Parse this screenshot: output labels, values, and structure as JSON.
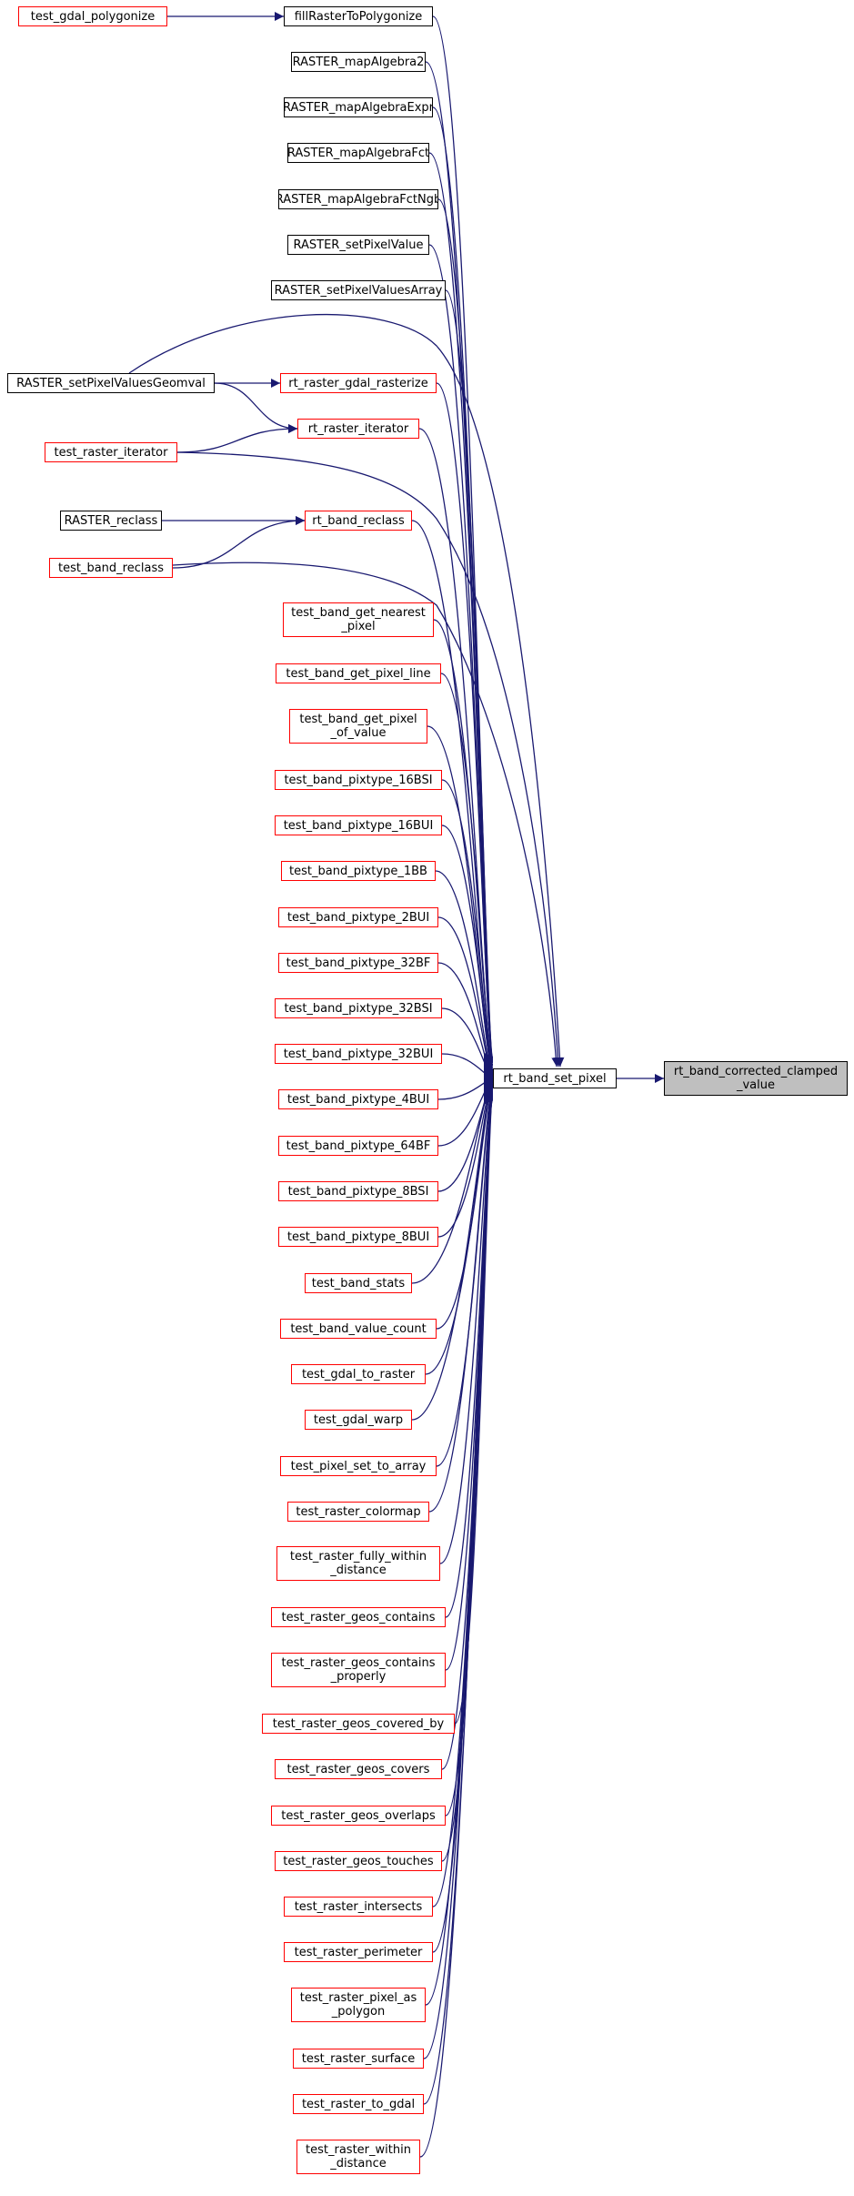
{
  "colors": {
    "edge": "#191970",
    "border_incomplete": "#ff0000",
    "border_complete": "#000000",
    "focus_fill": "#bfbfbf"
  },
  "focus": {
    "id": "rt_band_corrected_clamped_value",
    "lines": [
      "rt_band_corrected_clamped",
      "_value"
    ]
  },
  "nodes": [
    {
      "id": "rt_band_set_pixel",
      "lines": [
        "rt_band_set_pixel"
      ],
      "color": "black"
    },
    {
      "id": "test_gdal_polygonize",
      "lines": [
        "test_gdal_polygonize"
      ],
      "color": "red"
    },
    {
      "id": "fillRasterToPolygonize",
      "lines": [
        "fillRasterToPolygonize"
      ],
      "color": "black"
    },
    {
      "id": "RASTER_mapAlgebra2",
      "lines": [
        "RASTER_mapAlgebra2"
      ],
      "color": "black"
    },
    {
      "id": "RASTER_mapAlgebraExpr",
      "lines": [
        "RASTER_mapAlgebraExpr"
      ],
      "color": "black"
    },
    {
      "id": "RASTER_mapAlgebraFct",
      "lines": [
        "RASTER_mapAlgebraFct"
      ],
      "color": "black"
    },
    {
      "id": "RASTER_mapAlgebraFctNgb",
      "lines": [
        "RASTER_mapAlgebraFctNgb"
      ],
      "color": "black"
    },
    {
      "id": "RASTER_setPixelValue",
      "lines": [
        "RASTER_setPixelValue"
      ],
      "color": "black"
    },
    {
      "id": "RASTER_setPixelValuesArray",
      "lines": [
        "RASTER_setPixelValuesArray"
      ],
      "color": "black"
    },
    {
      "id": "RASTER_setPixelValuesGeomval",
      "lines": [
        "RASTER_setPixelValuesGeomval"
      ],
      "color": "black"
    },
    {
      "id": "rt_raster_gdal_rasterize",
      "lines": [
        "rt_raster_gdal_rasterize"
      ],
      "color": "red"
    },
    {
      "id": "rt_raster_iterator",
      "lines": [
        "rt_raster_iterator"
      ],
      "color": "red"
    },
    {
      "id": "test_raster_iterator",
      "lines": [
        "test_raster_iterator"
      ],
      "color": "red"
    },
    {
      "id": "RASTER_reclass",
      "lines": [
        "RASTER_reclass"
      ],
      "color": "black"
    },
    {
      "id": "rt_band_reclass",
      "lines": [
        "rt_band_reclass"
      ],
      "color": "red"
    },
    {
      "id": "test_band_reclass",
      "lines": [
        "test_band_reclass"
      ],
      "color": "red"
    },
    {
      "id": "test_band_get_nearest_pixel",
      "lines": [
        "test_band_get_nearest",
        "_pixel"
      ],
      "color": "red"
    },
    {
      "id": "test_band_get_pixel_line",
      "lines": [
        "test_band_get_pixel_line"
      ],
      "color": "red"
    },
    {
      "id": "test_band_get_pixel_of_value",
      "lines": [
        "test_band_get_pixel",
        "_of_value"
      ],
      "color": "red"
    },
    {
      "id": "test_band_pixtype_16BSI",
      "lines": [
        "test_band_pixtype_16BSI"
      ],
      "color": "red"
    },
    {
      "id": "test_band_pixtype_16BUI",
      "lines": [
        "test_band_pixtype_16BUI"
      ],
      "color": "red"
    },
    {
      "id": "test_band_pixtype_1BB",
      "lines": [
        "test_band_pixtype_1BB"
      ],
      "color": "red"
    },
    {
      "id": "test_band_pixtype_2BUI",
      "lines": [
        "test_band_pixtype_2BUI"
      ],
      "color": "red"
    },
    {
      "id": "test_band_pixtype_32BF",
      "lines": [
        "test_band_pixtype_32BF"
      ],
      "color": "red"
    },
    {
      "id": "test_band_pixtype_32BSI",
      "lines": [
        "test_band_pixtype_32BSI"
      ],
      "color": "red"
    },
    {
      "id": "test_band_pixtype_32BUI",
      "lines": [
        "test_band_pixtype_32BUI"
      ],
      "color": "red"
    },
    {
      "id": "test_band_pixtype_4BUI",
      "lines": [
        "test_band_pixtype_4BUI"
      ],
      "color": "red"
    },
    {
      "id": "test_band_pixtype_64BF",
      "lines": [
        "test_band_pixtype_64BF"
      ],
      "color": "red"
    },
    {
      "id": "test_band_pixtype_8BSI",
      "lines": [
        "test_band_pixtype_8BSI"
      ],
      "color": "red"
    },
    {
      "id": "test_band_pixtype_8BUI",
      "lines": [
        "test_band_pixtype_8BUI"
      ],
      "color": "red"
    },
    {
      "id": "test_band_stats",
      "lines": [
        "test_band_stats"
      ],
      "color": "red"
    },
    {
      "id": "test_band_value_count",
      "lines": [
        "test_band_value_count"
      ],
      "color": "red"
    },
    {
      "id": "test_gdal_to_raster",
      "lines": [
        "test_gdal_to_raster"
      ],
      "color": "red"
    },
    {
      "id": "test_gdal_warp",
      "lines": [
        "test_gdal_warp"
      ],
      "color": "red"
    },
    {
      "id": "test_pixel_set_to_array",
      "lines": [
        "test_pixel_set_to_array"
      ],
      "color": "red"
    },
    {
      "id": "test_raster_colormap",
      "lines": [
        "test_raster_colormap"
      ],
      "color": "red"
    },
    {
      "id": "test_raster_fully_within_distance",
      "lines": [
        "test_raster_fully_within",
        "_distance"
      ],
      "color": "red"
    },
    {
      "id": "test_raster_geos_contains",
      "lines": [
        "test_raster_geos_contains"
      ],
      "color": "red"
    },
    {
      "id": "test_raster_geos_contains_properly",
      "lines": [
        "test_raster_geos_contains",
        "_properly"
      ],
      "color": "red"
    },
    {
      "id": "test_raster_geos_covered_by",
      "lines": [
        "test_raster_geos_covered_by"
      ],
      "color": "red"
    },
    {
      "id": "test_raster_geos_covers",
      "lines": [
        "test_raster_geos_covers"
      ],
      "color": "red"
    },
    {
      "id": "test_raster_geos_overlaps",
      "lines": [
        "test_raster_geos_overlaps"
      ],
      "color": "red"
    },
    {
      "id": "test_raster_geos_touches",
      "lines": [
        "test_raster_geos_touches"
      ],
      "color": "red"
    },
    {
      "id": "test_raster_intersects",
      "lines": [
        "test_raster_intersects"
      ],
      "color": "red"
    },
    {
      "id": "test_raster_perimeter",
      "lines": [
        "test_raster_perimeter"
      ],
      "color": "red"
    },
    {
      "id": "test_raster_pixel_as_polygon",
      "lines": [
        "test_raster_pixel_as",
        "_polygon"
      ],
      "color": "red"
    },
    {
      "id": "test_raster_surface",
      "lines": [
        "test_raster_surface"
      ],
      "color": "red"
    },
    {
      "id": "test_raster_to_gdal",
      "lines": [
        "test_raster_to_gdal"
      ],
      "color": "red"
    },
    {
      "id": "test_raster_within_distance",
      "lines": [
        "test_raster_within",
        "_distance"
      ],
      "color": "red"
    }
  ],
  "edges": [
    [
      "rt_band_set_pixel",
      "rt_band_corrected_clamped_value"
    ],
    [
      "test_gdal_polygonize",
      "fillRasterToPolygonize"
    ],
    [
      "fillRasterToPolygonize",
      "rt_band_set_pixel"
    ],
    [
      "RASTER_mapAlgebra2",
      "rt_band_set_pixel"
    ],
    [
      "RASTER_mapAlgebraExpr",
      "rt_band_set_pixel"
    ],
    [
      "RASTER_mapAlgebraFct",
      "rt_band_set_pixel"
    ],
    [
      "RASTER_mapAlgebraFctNgb",
      "rt_band_set_pixel"
    ],
    [
      "RASTER_setPixelValue",
      "rt_band_set_pixel"
    ],
    [
      "RASTER_setPixelValuesArray",
      "rt_band_set_pixel"
    ],
    [
      "RASTER_setPixelValuesGeomval",
      "rt_band_set_pixel"
    ],
    [
      "RASTER_setPixelValuesGeomval",
      "rt_raster_gdal_rasterize"
    ],
    [
      "RASTER_setPixelValuesGeomval",
      "rt_raster_iterator"
    ],
    [
      "rt_raster_gdal_rasterize",
      "rt_band_set_pixel"
    ],
    [
      "rt_raster_iterator",
      "rt_band_set_pixel"
    ],
    [
      "test_raster_iterator",
      "rt_raster_iterator"
    ],
    [
      "test_raster_iterator",
      "rt_band_set_pixel"
    ],
    [
      "RASTER_reclass",
      "rt_band_reclass"
    ],
    [
      "test_band_reclass",
      "rt_band_reclass"
    ],
    [
      "rt_band_reclass",
      "rt_band_set_pixel"
    ],
    [
      "test_band_reclass",
      "rt_band_set_pixel"
    ],
    [
      "test_band_get_nearest_pixel",
      "rt_band_set_pixel"
    ],
    [
      "test_band_get_pixel_line",
      "rt_band_set_pixel"
    ],
    [
      "test_band_get_pixel_of_value",
      "rt_band_set_pixel"
    ],
    [
      "test_band_pixtype_16BSI",
      "rt_band_set_pixel"
    ],
    [
      "test_band_pixtype_16BUI",
      "rt_band_set_pixel"
    ],
    [
      "test_band_pixtype_1BB",
      "rt_band_set_pixel"
    ],
    [
      "test_band_pixtype_2BUI",
      "rt_band_set_pixel"
    ],
    [
      "test_band_pixtype_32BF",
      "rt_band_set_pixel"
    ],
    [
      "test_band_pixtype_32BSI",
      "rt_band_set_pixel"
    ],
    [
      "test_band_pixtype_32BUI",
      "rt_band_set_pixel"
    ],
    [
      "test_band_pixtype_4BUI",
      "rt_band_set_pixel"
    ],
    [
      "test_band_pixtype_64BF",
      "rt_band_set_pixel"
    ],
    [
      "test_band_pixtype_8BSI",
      "rt_band_set_pixel"
    ],
    [
      "test_band_pixtype_8BUI",
      "rt_band_set_pixel"
    ],
    [
      "test_band_stats",
      "rt_band_set_pixel"
    ],
    [
      "test_band_value_count",
      "rt_band_set_pixel"
    ],
    [
      "test_gdal_to_raster",
      "rt_band_set_pixel"
    ],
    [
      "test_gdal_warp",
      "rt_band_set_pixel"
    ],
    [
      "test_pixel_set_to_array",
      "rt_band_set_pixel"
    ],
    [
      "test_raster_colormap",
      "rt_band_set_pixel"
    ],
    [
      "test_raster_fully_within_distance",
      "rt_band_set_pixel"
    ],
    [
      "test_raster_geos_contains",
      "rt_band_set_pixel"
    ],
    [
      "test_raster_geos_contains_properly",
      "rt_band_set_pixel"
    ],
    [
      "test_raster_geos_covered_by",
      "rt_band_set_pixel"
    ],
    [
      "test_raster_geos_covers",
      "rt_band_set_pixel"
    ],
    [
      "test_raster_geos_overlaps",
      "rt_band_set_pixel"
    ],
    [
      "test_raster_geos_touches",
      "rt_band_set_pixel"
    ],
    [
      "test_raster_intersects",
      "rt_band_set_pixel"
    ],
    [
      "test_raster_perimeter",
      "rt_band_set_pixel"
    ],
    [
      "test_raster_pixel_as_polygon",
      "rt_band_set_pixel"
    ],
    [
      "test_raster_surface",
      "rt_band_set_pixel"
    ],
    [
      "test_raster_to_gdal",
      "rt_band_set_pixel"
    ],
    [
      "test_raster_within_distance",
      "rt_band_set_pixel"
    ]
  ]
}
